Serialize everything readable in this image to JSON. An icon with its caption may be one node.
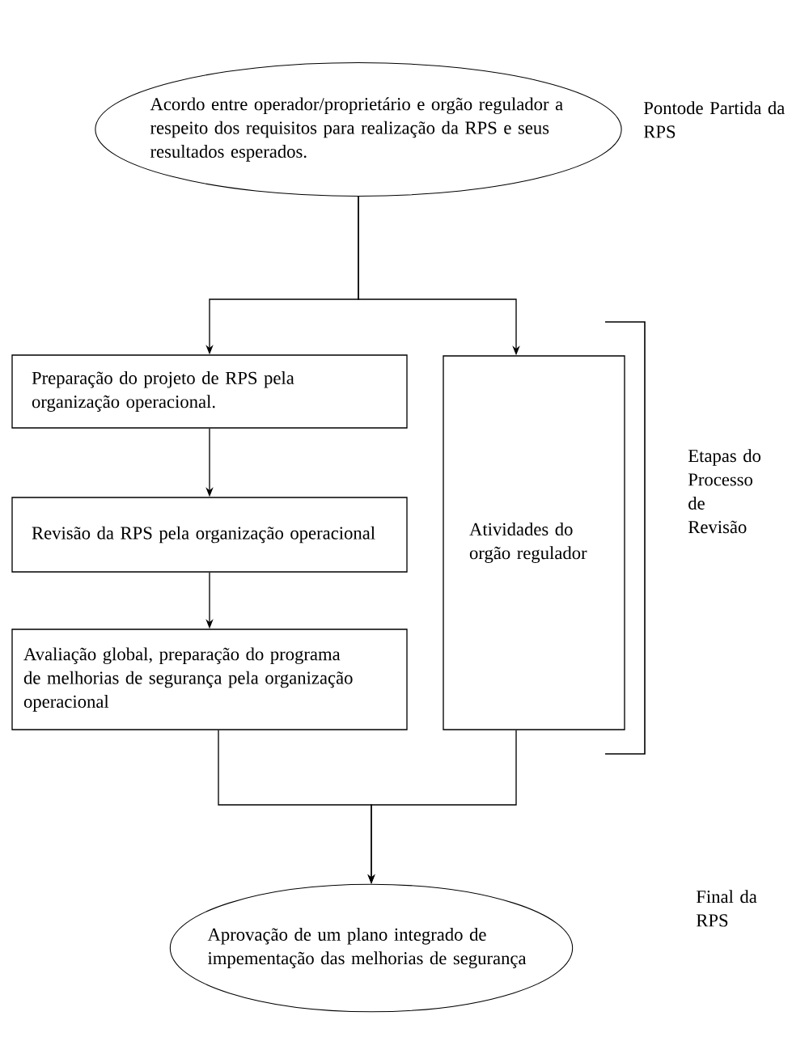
{
  "diagram": {
    "nodes": [
      {
        "text": [
          "Acordo entre operador/proprietário e orgão regulador a respeito dos requisitos para realização da RPS e seus resultados esperados."
        ]
      },
      {
        "text": [
          "Preparação do projeto de RPS pela organização operacional."
        ]
      },
      {
        "text": [
          "Revisão da RPS pela organização operacional"
        ]
      },
      {
        "text": [
          "Avaliação global, preparação do programa de melhorias de segurança pela organização operacional"
        ]
      },
      {
        "text": [
          "Atividades do orgão regulador"
        ]
      },
      {
        "text": [
          "Aprovação de um plano integrado de impementação das melhorias de segurança"
        ]
      }
    ],
    "edges": [
      {
        "from": 0,
        "to": 1,
        "arrow": "to"
      },
      {
        "from": 0,
        "to": 4,
        "arrow": "to"
      },
      {
        "from": 1,
        "to": 2,
        "arrow": "to"
      },
      {
        "from": 2,
        "to": 3,
        "arrow": "to"
      },
      {
        "from": 3,
        "to": 5,
        "arrow": "to"
      },
      {
        "from": 4,
        "to": 5,
        "arrow": "to"
      }
    ],
    "labels": [
      "Pontode Partida da RPS",
      "Etapas do Processo de Revisão",
      "Final da RPS"
    ]
  }
}
